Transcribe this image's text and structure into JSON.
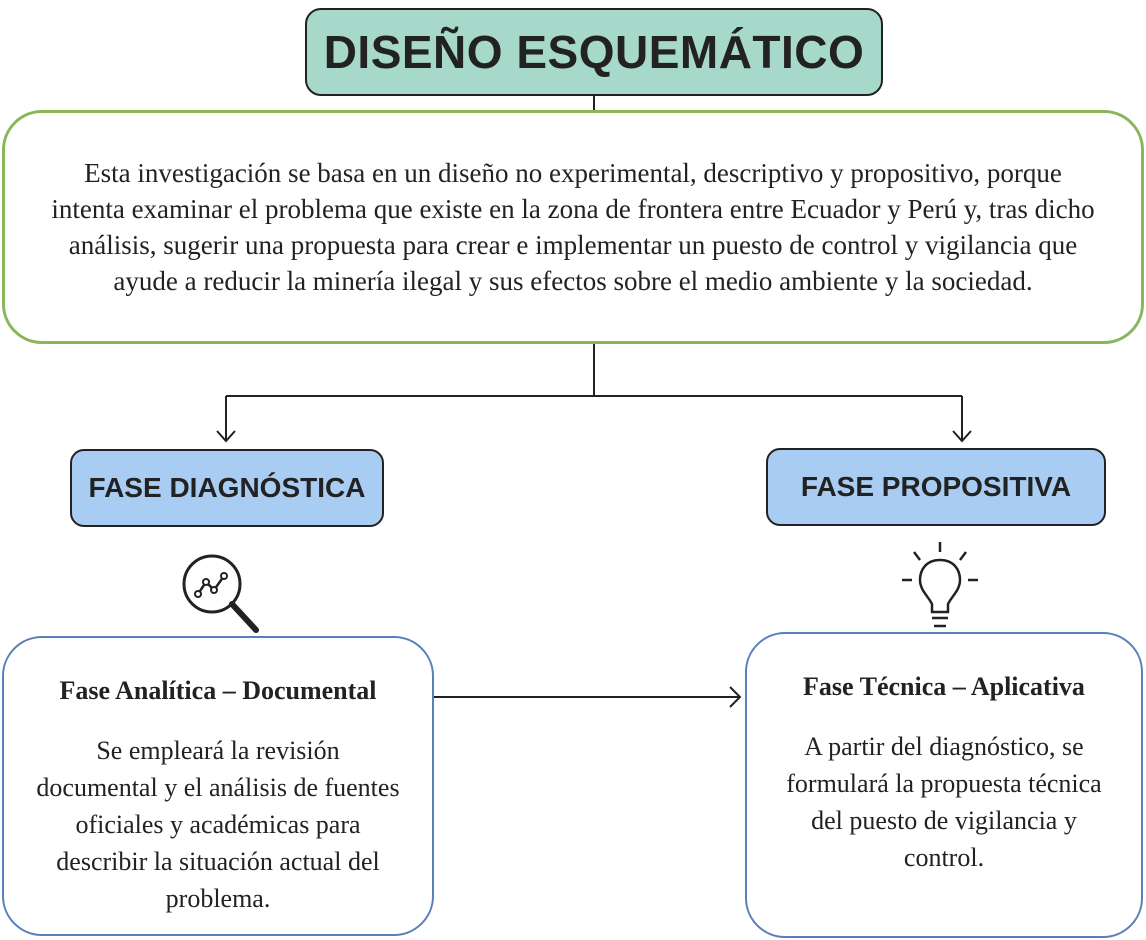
{
  "title": "DISEÑO ESQUEMÁTICO",
  "summary": "Esta investigación se basa en un diseño no experimental, descriptivo y propositivo, porque intenta examinar el problema que existe en la zona de frontera entre Ecuador y Perú y, tras dicho análisis, sugerir una propuesta para crear e implementar un puesto de control y vigilancia que ayude a reducir la minería ilegal y sus efectos sobre el medio ambiente y la sociedad.",
  "phases": {
    "left": {
      "label": "FASE DIAGNÓSTICA",
      "icon": "magnifier-chart-icon",
      "detail_title": "Fase Analítica – Documental",
      "detail_text": "Se empleará la revisión documental y el análisis de fuentes oficiales y académicas para describir la situación actual del problema."
    },
    "right": {
      "label": "FASE PROPOSITIVA",
      "icon": "lightbulb-icon",
      "detail_title": "Fase Técnica – Aplicativa",
      "detail_text": "A partir del diagnóstico, se formulará la propuesta técnica del puesto de vigilancia y control."
    }
  },
  "colors": {
    "title_fill": "#a6d9c9",
    "summary_border": "#8ab65a",
    "phase_fill": "#a9ccf2",
    "detail_border": "#5a7fb8"
  }
}
